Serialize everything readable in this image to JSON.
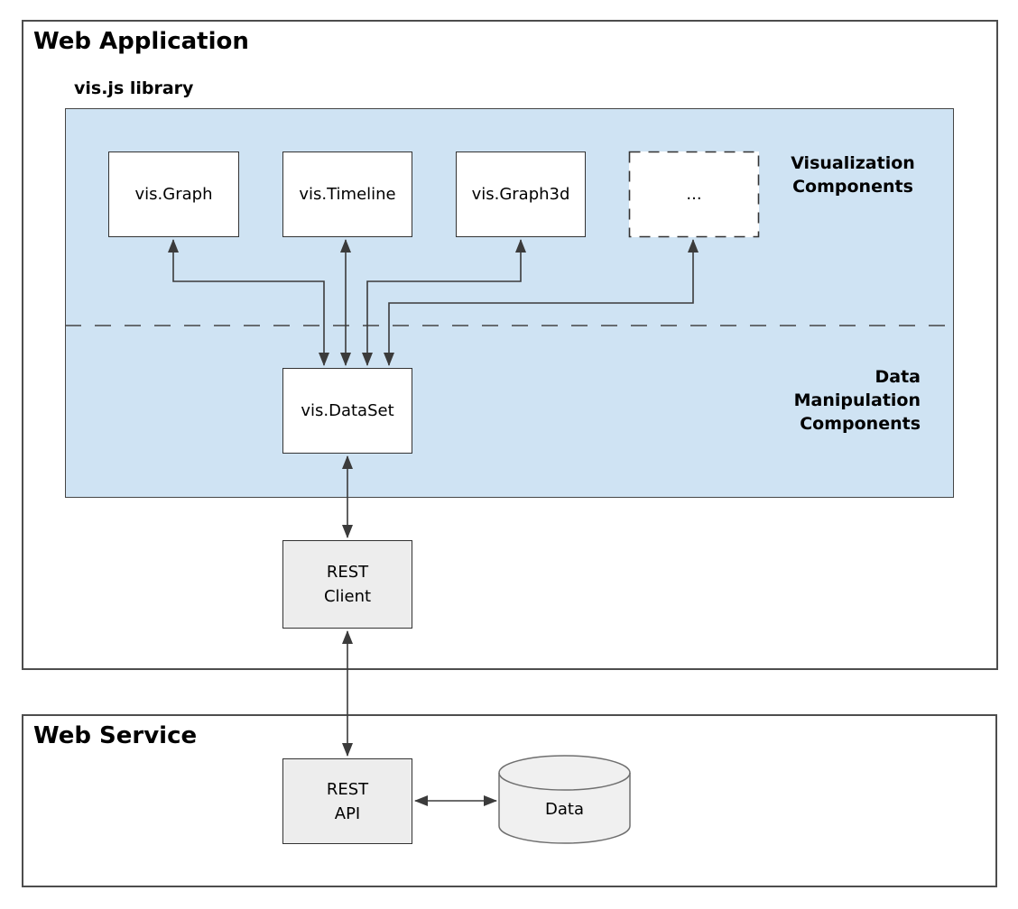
{
  "colors": {
    "panel_blue": "#cfe3f3",
    "node_fill_gray": "#ededed",
    "cylinder_fill": "#f0f0f0",
    "border": "#3f3f3f",
    "arrow": "#3b3b3b",
    "text": "#000000"
  },
  "web_application": {
    "title": "Web Application",
    "library": {
      "title": "vis.js library",
      "components": [
        {
          "label": "vis.Graph"
        },
        {
          "label": "vis.Timeline"
        },
        {
          "label": "vis.Graph3d"
        },
        {
          "label": "..."
        }
      ],
      "visualization_group_label": {
        "line1": "Visualization",
        "line2": "Components"
      },
      "data_group_label": {
        "line1": "Data",
        "line2": "Manipulation",
        "line3": "Components"
      },
      "dataset": {
        "label": "vis.DataSet"
      }
    },
    "rest_client": {
      "line1": "REST",
      "line2": "Client"
    }
  },
  "web_service": {
    "title": "Web Service",
    "rest_api": {
      "line1": "REST",
      "line2": "API"
    },
    "data_store": {
      "label": "Data"
    }
  }
}
